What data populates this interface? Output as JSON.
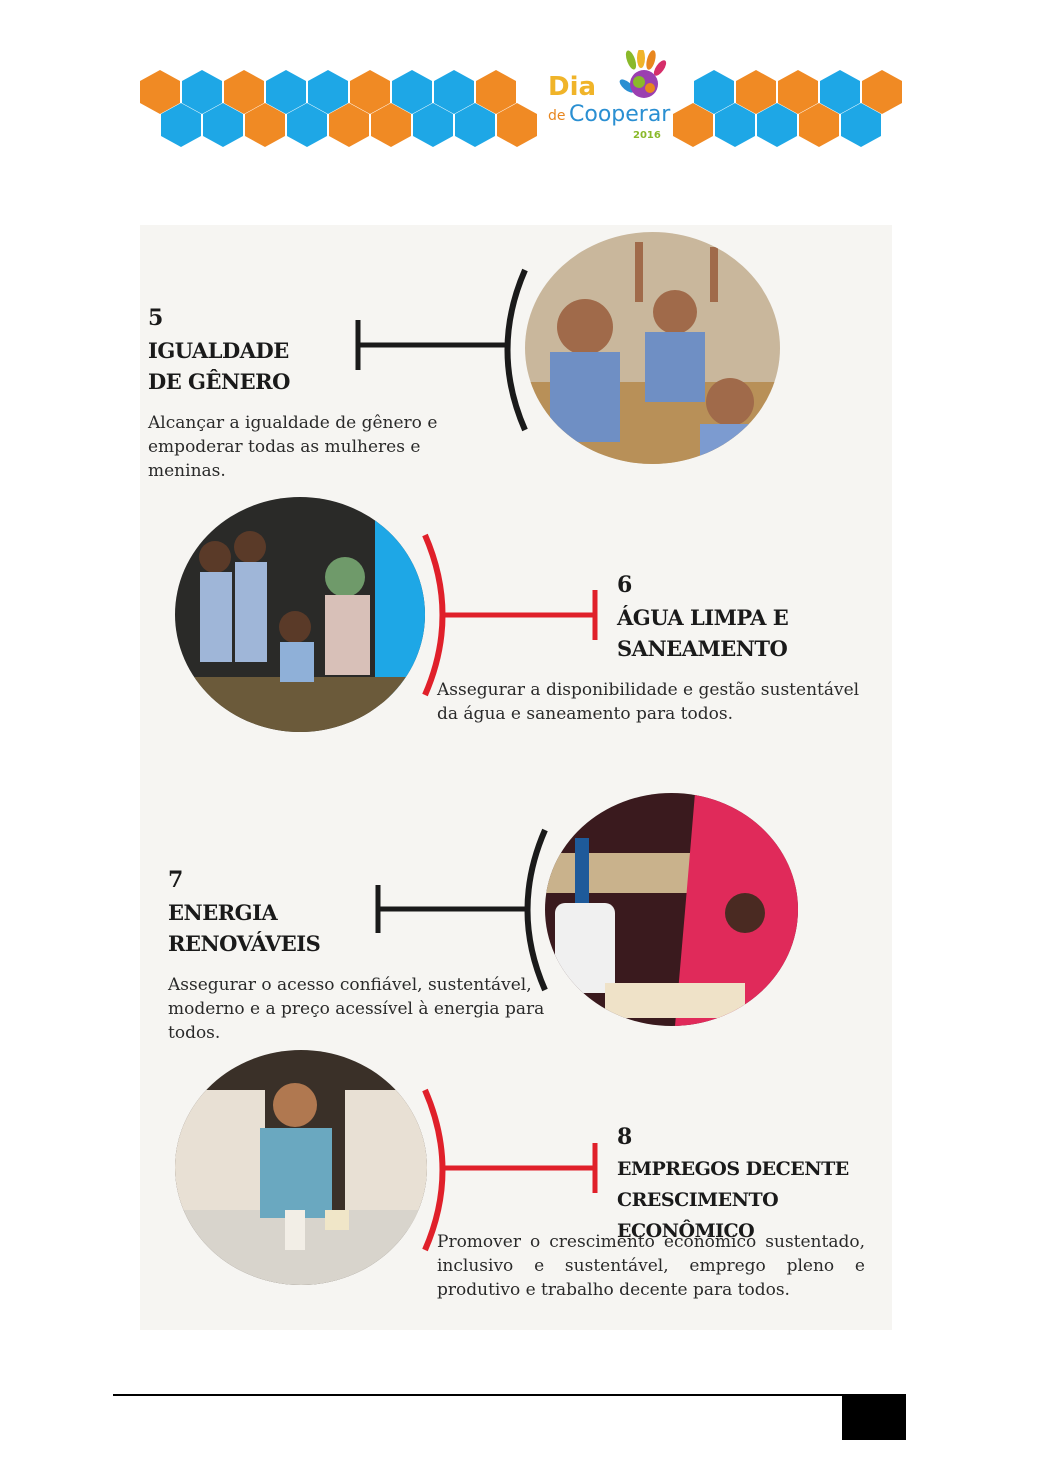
{
  "header": {
    "logo": {
      "word1": "Dia",
      "word2_prefix": "de",
      "word2": "Cooperar",
      "year": "2016",
      "icon": "colorful-hand-icon"
    },
    "colors": {
      "orange": "#f08a24",
      "blue": "#1ea7e6"
    }
  },
  "goals": [
    {
      "number": "5",
      "title_line1": "IGUALDADE",
      "title_line2": "DE GÊNERO",
      "description": "Alcançar a igualdade de gênero e empoderar todas as mulheres e meninas.",
      "accent": "#1a1a1a"
    },
    {
      "number": "6",
      "title_line1": "ÁGUA LIMPA E",
      "title_line2": "SANEAMENTO",
      "description": "Assegurar a disponibilidade e gestão sustentável da água e saneamento para todos.",
      "accent": "#e0202a"
    },
    {
      "number": "7",
      "title_line1": "ENERGIA",
      "title_line2": "RENOVÁVEIS",
      "description": "Assegurar o acesso confiável, sustentável, moderno e a preço acessível à energia para todos.",
      "accent": "#1a1a1a"
    },
    {
      "number": "8",
      "title_line1": "EMPREGOS DECENTE",
      "title_line2": "CRESCIMENTO ECONÔMICO",
      "description": "Promover o crescimento econômico sustentado, inclusivo e sustentável, emprego pleno e produtivo e trabalho decente para todos.",
      "accent": "#e0202a"
    }
  ]
}
